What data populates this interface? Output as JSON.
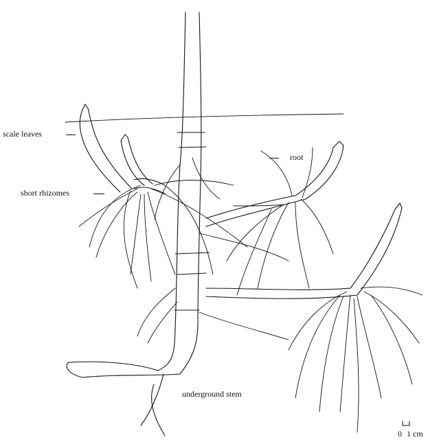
{
  "labels": {
    "scale_leaves": "scale leaves",
    "short_rhizomes": "short rhizomes",
    "root": "root",
    "underground_stem": "underground stem"
  },
  "scale_bar": {
    "zero": "0",
    "one_cm": "1 cm"
  }
}
